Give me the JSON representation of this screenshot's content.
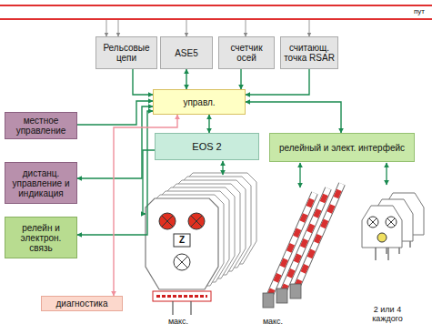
{
  "diagram": {
    "nodes": [
      {
        "text": [
          "пут"
        ]
      },
      {
        "text": [
          "Рельсовые цепи"
        ]
      },
      {
        "text": [
          "ASE5"
        ]
      },
      {
        "text": [
          "счетчик осей"
        ]
      },
      {
        "text": [
          "считающ. точка RSAR"
        ]
      },
      {
        "text": [
          "местное управление"
        ]
      },
      {
        "text": [
          "управл."
        ]
      },
      {
        "text": [
          "дистанц. управление и индикация"
        ]
      },
      {
        "text": [
          "EOS 2"
        ]
      },
      {
        "text": [
          "релейный и элект. интерфейс"
        ]
      },
      {
        "text": [
          "релейн и электрон. связь"
        ]
      },
      {
        "text": [
          "диагностика"
        ]
      }
    ],
    "edges": [
      {
        "from": 0,
        "to": 1,
        "arrow": "to"
      },
      {
        "from": 0,
        "to": 2,
        "arrow": "to"
      },
      {
        "from": 0,
        "to": 3,
        "arrow": "to"
      },
      {
        "from": 0,
        "to": 4,
        "arrow": "to"
      },
      {
        "from": 1,
        "to": 6,
        "arrow": "to"
      },
      {
        "from": 2,
        "to": 6,
        "arrow": "both"
      },
      {
        "from": 3,
        "to": 6,
        "arrow": "to"
      },
      {
        "from": 4,
        "to": 6,
        "arrow": "to"
      },
      {
        "from": 5,
        "to": 6,
        "arrow": "to"
      },
      {
        "from": 7,
        "to": 6,
        "arrow": "both"
      },
      {
        "from": 10,
        "to": 6,
        "arrow": "both"
      },
      {
        "from": 6,
        "to": 8,
        "arrow": "both"
      },
      {
        "from": 6,
        "to": 9,
        "arrow": "both"
      },
      {
        "from": 11,
        "to": 6,
        "arrow": "both"
      }
    ],
    "labels": [
      "Z",
      "макс.",
      "макс.",
      "2 или 4 каждого"
    ]
  }
}
